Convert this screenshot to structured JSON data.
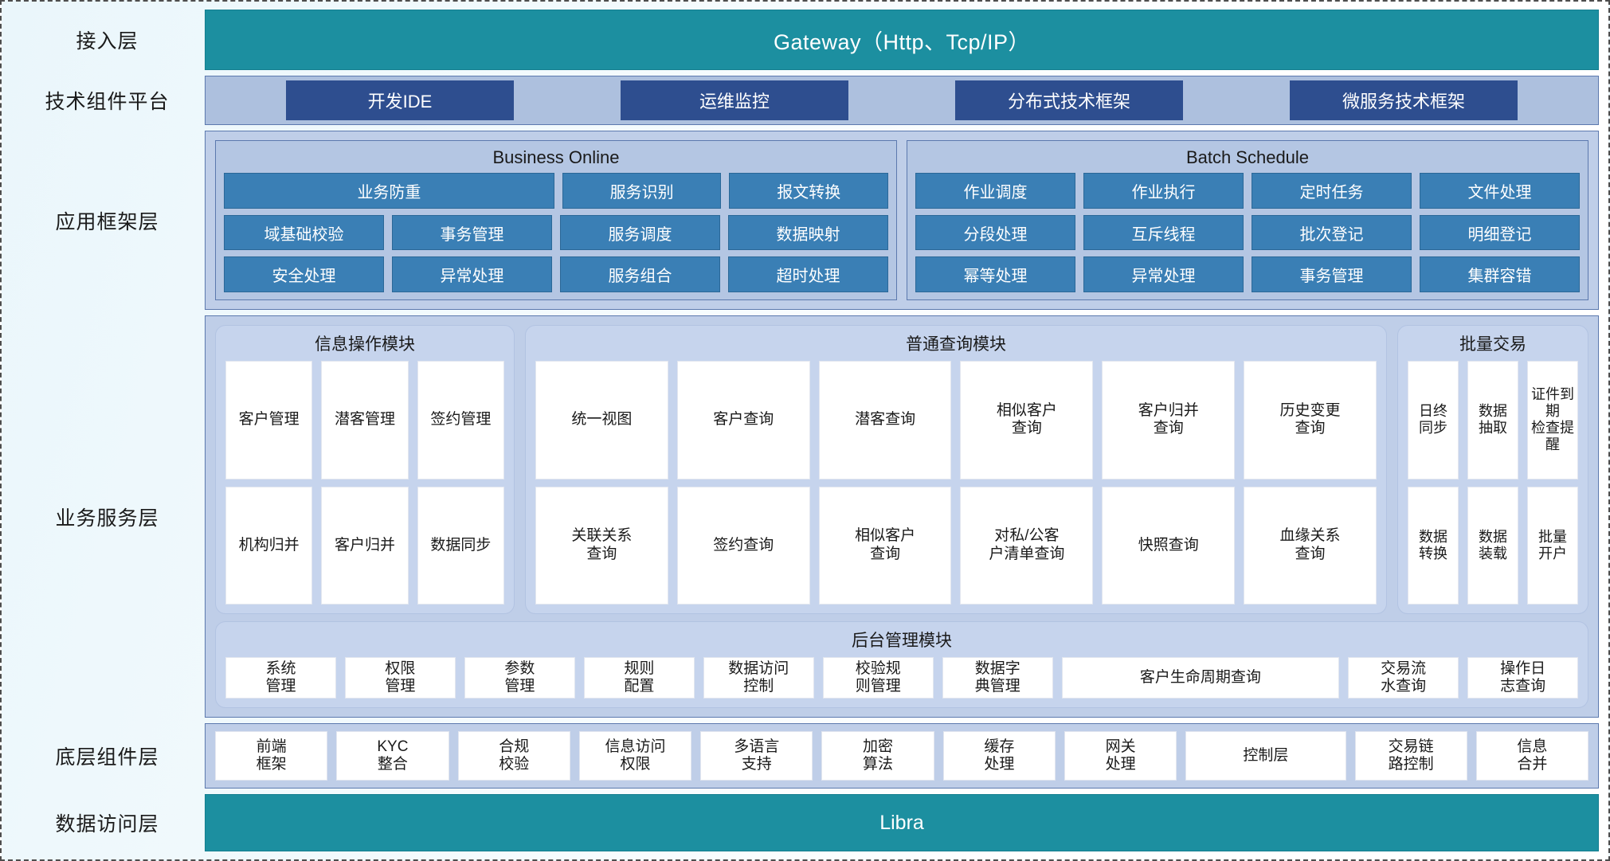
{
  "colors": {
    "teal": "#1c8fa0",
    "navy": "#2e4e8f",
    "steel": "#3a7fb5",
    "panel": "#bfcee8",
    "module": "#c6d4ed"
  },
  "layers": {
    "access": {
      "label": "接入层",
      "bar": "Gateway（Http、Tcp/IP）"
    },
    "tech": {
      "label": "技术组件平台",
      "chips": [
        "开发IDE",
        "运维监控",
        "分布式技术框架",
        "微服务技术框架"
      ]
    },
    "appframework": {
      "label": "应用框架层",
      "boxes": [
        {
          "title": "Business Online",
          "rows": [
            [
              {
                "t": "业务防重",
                "span": 2
              },
              {
                "t": "服务识别",
                "span": 1
              },
              {
                "t": "报文转换",
                "span": 1
              }
            ],
            [
              {
                "t": "域基础校验",
                "span": 1
              },
              {
                "t": "事务管理",
                "span": 1
              },
              {
                "t": "服务调度",
                "span": 1
              },
              {
                "t": "数据映射",
                "span": 1
              }
            ],
            [
              {
                "t": "安全处理",
                "span": 1
              },
              {
                "t": "异常处理",
                "span": 1
              },
              {
                "t": "服务组合",
                "span": 1
              },
              {
                "t": "超时处理",
                "span": 1
              }
            ]
          ]
        },
        {
          "title": "Batch Schedule",
          "rows": [
            [
              {
                "t": "作业调度",
                "span": 1
              },
              {
                "t": "作业执行",
                "span": 1
              },
              {
                "t": "定时任务",
                "span": 1
              },
              {
                "t": "文件处理",
                "span": 1
              }
            ],
            [
              {
                "t": "分段处理",
                "span": 1
              },
              {
                "t": "互斥线程",
                "span": 1
              },
              {
                "t": "批次登记",
                "span": 1
              },
              {
                "t": "明细登记",
                "span": 1
              }
            ],
            [
              {
                "t": "幂等处理",
                "span": 1
              },
              {
                "t": "异常处理",
                "span": 1
              },
              {
                "t": "事务管理",
                "span": 1
              },
              {
                "t": "集群容错",
                "span": 1
              }
            ]
          ]
        }
      ]
    },
    "bizservice": {
      "label": "业务服务层",
      "modules": [
        {
          "key": "info",
          "title": "信息操作模块",
          "rows": [
            [
              "客户管理",
              "潜客管理",
              "签约管理"
            ],
            [
              "机构归并",
              "客户归并",
              "数据同步"
            ]
          ]
        },
        {
          "key": "query",
          "title": "普通查询模块",
          "rows": [
            [
              "统一视图",
              "客户查询",
              "潜客查询",
              "相似客户\n查询",
              "客户归并\n查询",
              "历史变更\n查询"
            ],
            [
              "关联关系\n查询",
              "签约查询",
              "相似客户\n查询",
              "对私/公客\n户清单查询",
              "快照查询",
              "血缘关系\n查询"
            ]
          ]
        },
        {
          "key": "batch",
          "title": "批量交易",
          "rows": [
            [
              "日终\n同步",
              "数据\n抽取",
              "证件到期\n检查提醒"
            ],
            [
              "数据\n转换",
              "数据\n装载",
              "批量\n开户"
            ]
          ]
        }
      ],
      "admin": {
        "title": "后台管理模块",
        "cells": [
          {
            "t": "系统\n管理",
            "wide": false
          },
          {
            "t": "权限\n管理",
            "wide": false
          },
          {
            "t": "参数\n管理",
            "wide": false
          },
          {
            "t": "规则\n配置",
            "wide": false
          },
          {
            "t": "数据访问\n控制",
            "wide": false
          },
          {
            "t": "校验规\n则管理",
            "wide": false
          },
          {
            "t": "数据字\n典管理",
            "wide": false
          },
          {
            "t": "客户生命周期查询",
            "wide": true
          },
          {
            "t": "交易流\n水查询",
            "wide": false
          },
          {
            "t": "操作日\n志查询",
            "wide": false
          }
        ]
      }
    },
    "component": {
      "label": "底层组件层",
      "cells": [
        {
          "t": "前端\n框架",
          "wide": false
        },
        {
          "t": "KYC\n整合",
          "wide": false
        },
        {
          "t": "合规\n校验",
          "wide": false
        },
        {
          "t": "信息访问\n权限",
          "wide": false
        },
        {
          "t": "多语言\n支持",
          "wide": false
        },
        {
          "t": "加密\n算法",
          "wide": false
        },
        {
          "t": "缓存\n处理",
          "wide": false
        },
        {
          "t": "网关\n处理",
          "wide": false
        },
        {
          "t": "控制层",
          "wide": true
        },
        {
          "t": "交易链\n路控制",
          "wide": false
        },
        {
          "t": "信息\n合并",
          "wide": false
        }
      ]
    },
    "dataaccess": {
      "label": "数据访问层",
      "bar": "Libra"
    }
  }
}
